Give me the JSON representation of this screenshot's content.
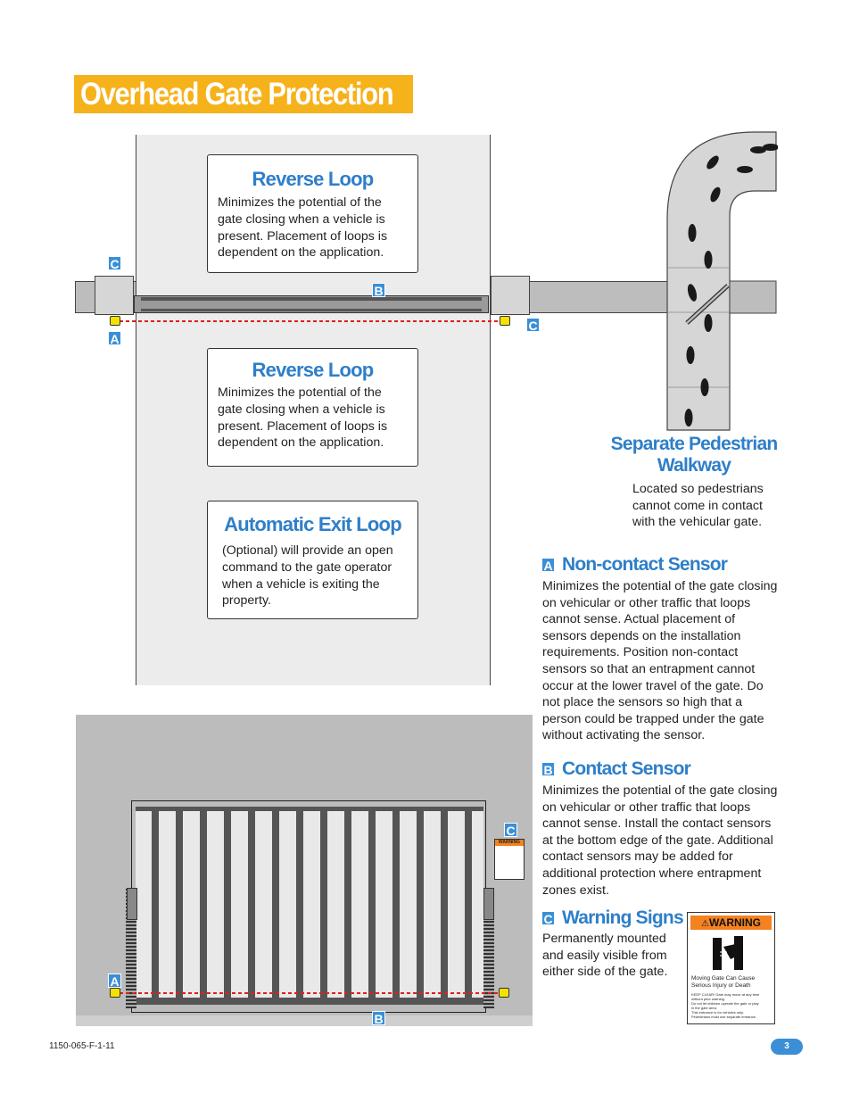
{
  "title": "Overhead Gate Protection",
  "boxes": {
    "reverse1": {
      "title": "Reverse Loop",
      "text": "Minimizes the potential of the gate closing when a vehicle is present. Placement of loops is dependent on the application."
    },
    "reverse2": {
      "title": "Reverse Loop",
      "text": "Minimizes the potential of the gate closing when a vehicle is present. Placement of loops is dependent on the application."
    },
    "exit": {
      "title": "Automatic Exit Loop",
      "text": "(Optional) will provide an open command to the gate operator when a vehicle is exiting the property."
    }
  },
  "labels": {
    "a": "A",
    "b": "B",
    "c": "C"
  },
  "pedestrian": {
    "title_line1": "Separate Pedestrian",
    "title_line2": "Walkway",
    "text": "Located so pedestrians cannot come in contact with the vehicular gate."
  },
  "sections": {
    "noncontact": {
      "letter": "A",
      "title": "Non-contact Sensor",
      "text": "Minimizes the potential of the gate closing on vehicular or other traffic that loops cannot sense. Actual placement of sensors depends on the installation requirements. Position non-contact sensors so that an entrapment cannot occur at the lower travel of the gate. Do not place the sensors so high that a person could be trapped under the gate without activating the sensor."
    },
    "contact": {
      "letter": "B",
      "title": "Contact Sensor",
      "text": "Minimizes the potential of the gate closing on vehicular or other traffic that loops cannot sense. Install the contact sensors at the bottom edge of the gate. Additional contact sensors may be added for additional protection where entrapment zones exist."
    },
    "warning": {
      "letter": "C",
      "title": "Warning Signs",
      "text": "Permanently mounted and easily visible from either side of the gate."
    }
  },
  "warning_sign": {
    "header": "WARNING",
    "line1": "Moving Gate Can Cause",
    "line2": "Serious Injury or Death",
    "small1": "KEEP CLEAR! Gate may move at any time",
    "small2": "without prior warning.",
    "small3": "Do not let children operate the gate or play",
    "small4": "in the gate area.",
    "small5": "This entrance is for vehicles only.",
    "small6": "Pedestrians must use separate entrance."
  },
  "footer": {
    "code": "1150-065-F-1-11",
    "page": "3"
  },
  "colors": {
    "accent_blue": "#2e7fc8",
    "title_orange": "#f6b21b",
    "sensor_yellow": "#f6e200",
    "warning_orange": "#f58220",
    "beam_red": "#e0201b"
  }
}
